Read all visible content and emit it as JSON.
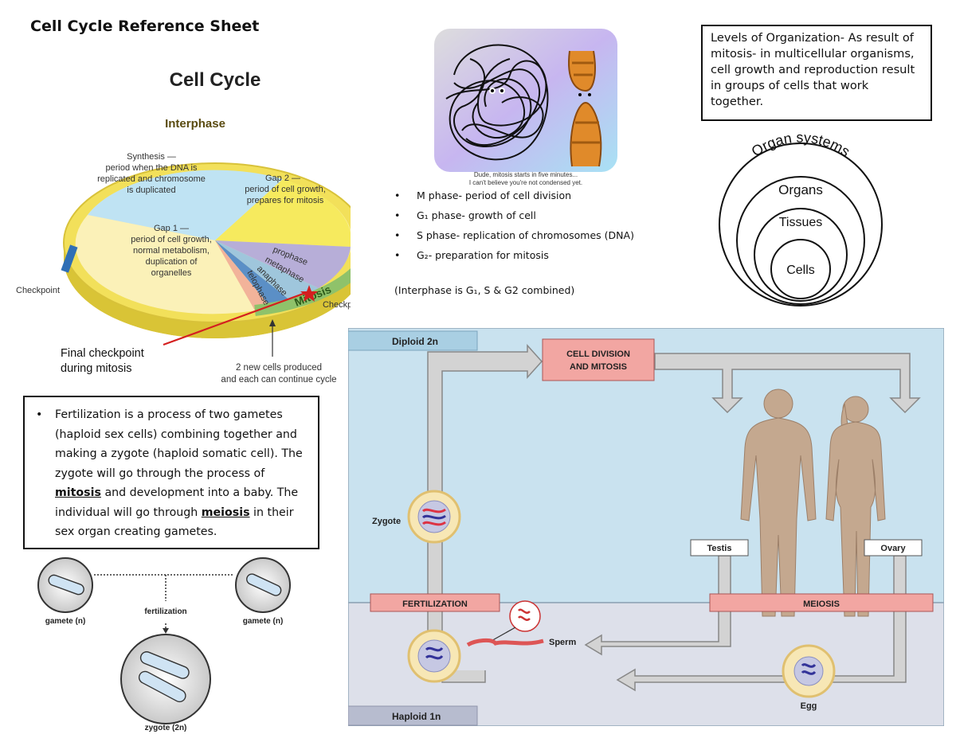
{
  "page": {
    "title": "Cell Cycle Reference Sheet"
  },
  "cell_cycle": {
    "heading": "Cell Cycle",
    "interphase": "Interphase",
    "synthesis": [
      "Synthesis —",
      "period when the DNA is",
      "replicated and chromosome",
      "is duplicated"
    ],
    "gap2": [
      "Gap 2 —",
      "period of cell growth,",
      "prepares for mitosis"
    ],
    "gap1": [
      "Gap 1 —",
      "period of cell growth,",
      "normal metabolism,",
      "duplication of",
      "organelles"
    ],
    "prophase": "prophase",
    "metaphase": "metaphase",
    "anaphase": "anaphase",
    "telophase": "telophase",
    "mitosis": "Mitosis",
    "checkpoint_left": "Checkpoint",
    "checkpoint_right": "Checkpoint",
    "final_checkpoint": [
      "Final checkpoint",
      "during mitosis"
    ],
    "new_cells": [
      "2 new cells produced",
      "and each can continue cycle"
    ]
  },
  "cartoon": {
    "caption": [
      "Dude, mitosis starts in five minutes...",
      "I can't believe you're not condensed yet."
    ]
  },
  "phases": [
    {
      "text": "M phase- period of cell division"
    },
    {
      "text": "G₁ phase- growth of cell"
    },
    {
      "text": "S phase- replication of chromosomes (DNA)"
    },
    {
      "text": "G₂- preparation for mitosis"
    }
  ],
  "interphase_note": "(Interphase is G₁, S & G2 combined)",
  "levels": {
    "text": "Levels of Organization- As result of mitosis- in multicellular organisms, cell growth and reproduction result in groups of cells that work together.",
    "labels": [
      "Organ systems",
      "Organs",
      "Tissues",
      "Cells"
    ]
  },
  "fertilization": {
    "part1": "Fertilization is a process of two gametes (haploid sex cells) combining together and making a zygote (haploid somatic cell).  The zygote will go through the process of ",
    "mitosis": "mitosis",
    "part2": " and development into a baby.  The individual will go through ",
    "meiosis": "meiosis",
    "part3": " in their sex organ creating gametes."
  },
  "gametes": {
    "gamete_left": "gamete (n)",
    "gamete_right": "gamete (n)",
    "fertilization": "fertilization",
    "zygote": "zygote (2n)"
  },
  "lifecycle": {
    "diploid": "Diploid 2n",
    "haploid": "Haploid 1n",
    "cell_division": [
      "CELL DIVISION",
      "AND MITOSIS"
    ],
    "zygote": "Zygote",
    "testis": "Testis",
    "ovary": "Ovary",
    "fertilization": "FERTILIZATION",
    "meiosis": "MEIOSIS",
    "sperm": "Sperm",
    "egg": "Egg"
  },
  "colors": {
    "diploid_bg": "#c9e2ef",
    "haploid_bg": "#dde0ea",
    "label_pink": "#f2a6a2",
    "skin": "#c4a88f"
  }
}
